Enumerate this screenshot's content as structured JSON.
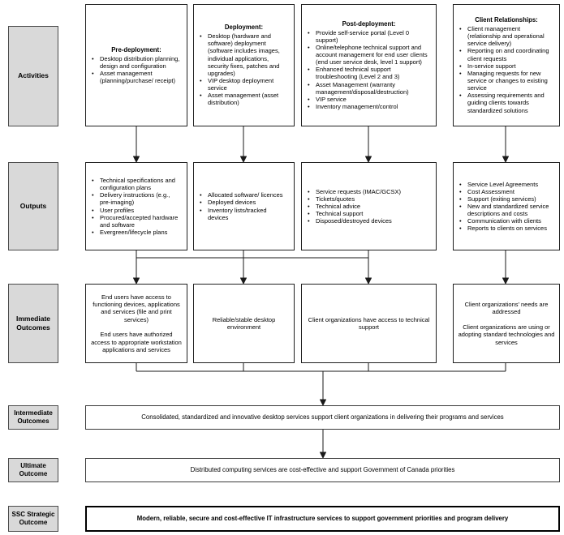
{
  "colors": {
    "box_border": "#1f1f1f",
    "label_fill": "#d9d9d9",
    "label_border": "#4a4a4a",
    "background": "#ffffff",
    "arrow": "#1a1a1a"
  },
  "row_labels": {
    "activities": "Activities",
    "outputs": "Outputs",
    "immediate": "Immediate Outcomes",
    "intermediate": "Intermediate Outcomes",
    "ultimate": "Ultimate Outcome",
    "ssc": "SSC Strategic Outcome"
  },
  "activities": {
    "col1": {
      "title": "Pre-deployment:",
      "bullets": [
        "Desktop distribution planning, design and configuration",
        "Asset management (planning/purchase/ receipt)"
      ]
    },
    "col2": {
      "title": "Deployment:",
      "bullets": [
        "Desktop (hardware and software) deployment (software includes images, individual applications, security fixes, patches and upgrades)",
        "VIP desktop deployment service",
        "Asset management (asset distribution)"
      ]
    },
    "col3": {
      "title": "Post-deployment:",
      "bullets": [
        "Provide self-service portal (Level 0 support)",
        "Online/telephone technical support and account management for end user clients (end user service desk, level 1 support)",
        "Enhanced technical support troubleshooting (Level 2 and 3)",
        "Asset Management (warranty management/disposal/destruction)",
        "VIP service",
        "Inventory management/control"
      ]
    },
    "col4": {
      "title": "Client Relationships:",
      "bullets": [
        "Client management (relationship and operational service delivery)",
        "Reporting on and coordinating client requests",
        "In-service support",
        "Managing requests for new service or changes to existing service",
        "Assessing requirements and guiding clients towards standardized solutions"
      ]
    }
  },
  "outputs": {
    "col1": {
      "bullets": [
        "Technical specifications and configuration plans",
        "Delivery instructions (e.g., pre-imaging)",
        "User profiles",
        "Procured/accepted hardware and software",
        "Evergreen/lifecycle plans"
      ]
    },
    "col2": {
      "bullets": [
        "Allocated software/ licences",
        "Deployed devices",
        "Inventory lists/tracked devices"
      ]
    },
    "col3": {
      "bullets": [
        "Service requests (IMAC/GCSX)",
        "Tickets/quotes",
        "Technical advice",
        "Technical support",
        "Disposed/destroyed devices"
      ]
    },
    "col4": {
      "bullets": [
        "Service Level Agreements",
        "Cost Assessment",
        "Support (exiting services)",
        "New and standardized service descriptions and costs",
        "Communication with clients",
        "Reports to clients on services"
      ]
    }
  },
  "immediate_outcomes": {
    "col1": {
      "paragraphs": [
        "End users have access to functioning devices, applications and services (file and print services)",
        "End users have authorized access to appropriate workstation applications and services"
      ]
    },
    "col2": {
      "paragraphs": [
        "Reliable/stable desktop environment"
      ]
    },
    "col3": {
      "paragraphs": [
        "Client organizations have access to technical support"
      ]
    },
    "col4": {
      "paragraphs": [
        "Client organizations' needs are addressed",
        "Client organizations are using or adopting standard technologies and services"
      ]
    }
  },
  "intermediate_outcome": "Consolidated, standardized and innovative desktop services support client organizations in delivering their programs and services",
  "ultimate_outcome": "Distributed computing services are cost-effective and support Government of Canada priorities",
  "ssc_strategic_outcome": "Modern, reliable, secure and cost-effective IT infrastructure services to support government priorities and program delivery"
}
